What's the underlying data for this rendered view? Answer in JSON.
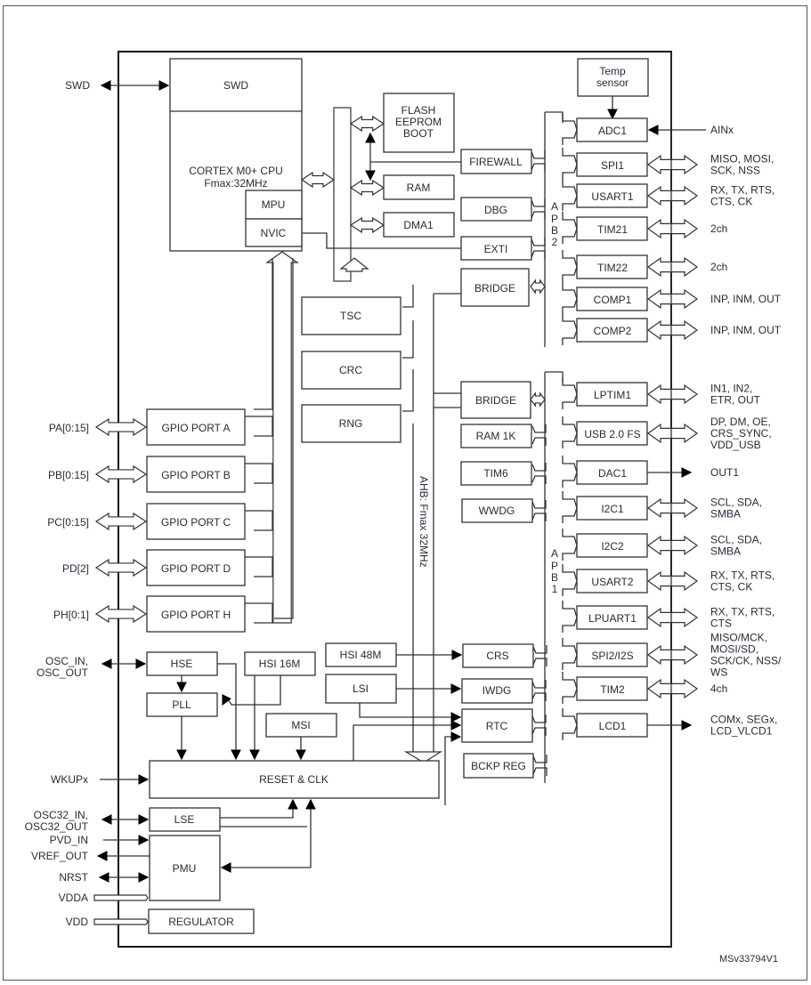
{
  "figure_id": "MSv33794V1",
  "external_pins_left": {
    "swd": "SWD",
    "pa": "PA[0:15]",
    "pb": "PB[0:15]",
    "pc": "PC[0:15]",
    "pd": "PD[2]",
    "ph": "PH[0:1]",
    "osc_in": "OSC_IN,",
    "osc_out": "OSC_OUT",
    "wkup": "WKUPx",
    "osc32_in": "OSC32_IN,",
    "osc32_out": "OSC32_OUT",
    "pvd_in": "PVD_IN",
    "vref_out": "VREF_OUT",
    "nrst": "NRST",
    "vdda": "VDDA",
    "vdd": "VDD"
  },
  "core": {
    "swd": "SWD",
    "cpu_line1": "CORTEX M0+ CPU",
    "cpu_line2": "Fmax:32MHz",
    "mpu": "MPU",
    "nvic": "NVIC"
  },
  "memory": {
    "flash_line1": "FLASH",
    "flash_line2": "EEPROM",
    "flash_line3": "BOOT",
    "ram": "RAM",
    "dma": "DMA1"
  },
  "ahb": {
    "label": "AHB: Fmax 32MHz",
    "tsc": "TSC",
    "crc": "CRC",
    "rng": "RNG",
    "bridge": "BRIDGE"
  },
  "gpio": [
    "GPIO PORT A",
    "GPIO PORT B",
    "GPIO PORT C",
    "GPIO PORT D",
    "GPIO PORT H"
  ],
  "apb2": {
    "bus_letters": [
      "A",
      "P",
      "B",
      "2"
    ],
    "left_blocks": [
      "FIREWALL",
      "DBG",
      "EXTI",
      "BRIDGE"
    ],
    "temp_line1": "Temp",
    "temp_line2": "sensor",
    "peripherals": [
      {
        "name": "ADC1",
        "signals": [
          "AINx"
        ]
      },
      {
        "name": "SPI1",
        "signals": [
          "MISO, MOSI,",
          "SCK, NSS"
        ]
      },
      {
        "name": "USART1",
        "signals": [
          "RX, TX, RTS,",
          "CTS, CK"
        ]
      },
      {
        "name": "TIM21",
        "signals": [
          "2ch"
        ]
      },
      {
        "name": "TIM22",
        "signals": [
          "2ch"
        ]
      },
      {
        "name": "COMP1",
        "signals": [
          "INP, INM, OUT"
        ]
      },
      {
        "name": "COMP2",
        "signals": [
          "INP, INM, OUT"
        ]
      }
    ]
  },
  "apb1": {
    "bus_letters": [
      "A",
      "P",
      "B",
      "1"
    ],
    "left_blocks": [
      "BRIDGE",
      "RAM 1K",
      "TIM6",
      "WWDG",
      "CRS",
      "IWDG",
      "RTC",
      "BCKP REG"
    ],
    "peripherals": [
      {
        "name": "LPTIM1",
        "signals": [
          "IN1, IN2,",
          "ETR, OUT"
        ]
      },
      {
        "name": "USB 2.0 FS",
        "signals": [
          "DP, DM, OE,",
          "CRS_SYNC,",
          "VDD_USB"
        ]
      },
      {
        "name": "DAC1",
        "signals": [
          "OUT1"
        ]
      },
      {
        "name": "I2C1",
        "signals": [
          "SCL, SDA,",
          "SMBA"
        ]
      },
      {
        "name": "I2C2",
        "signals": [
          "SCL, SDA,",
          "SMBA"
        ]
      },
      {
        "name": "USART2",
        "signals": [
          "RX, TX, RTS,",
          "CTS, CK"
        ]
      },
      {
        "name": "LPUART1",
        "signals": [
          "RX, TX, RTS,",
          "CTS"
        ]
      },
      {
        "name": "SPI2/I2S",
        "signals": [
          "MISO/MCK,",
          "MOSI/SD,",
          "SCK/CK, NSS/",
          "WS"
        ]
      },
      {
        "name": "TIM2",
        "signals": [
          "4ch"
        ]
      },
      {
        "name": "LCD1",
        "signals": [
          "COMx, SEGx,",
          "LCD_VLCD1"
        ]
      }
    ]
  },
  "clocks": {
    "hse": "HSE",
    "hsi16": "HSI 16M",
    "pll": "PLL",
    "msi": "MSI",
    "hsi48": "HSI 48M",
    "lsi": "LSI",
    "reset_clk": "RESET & CLK",
    "lse": "LSE"
  },
  "power": {
    "pmu": "PMU",
    "regulator": "REGULATOR"
  }
}
